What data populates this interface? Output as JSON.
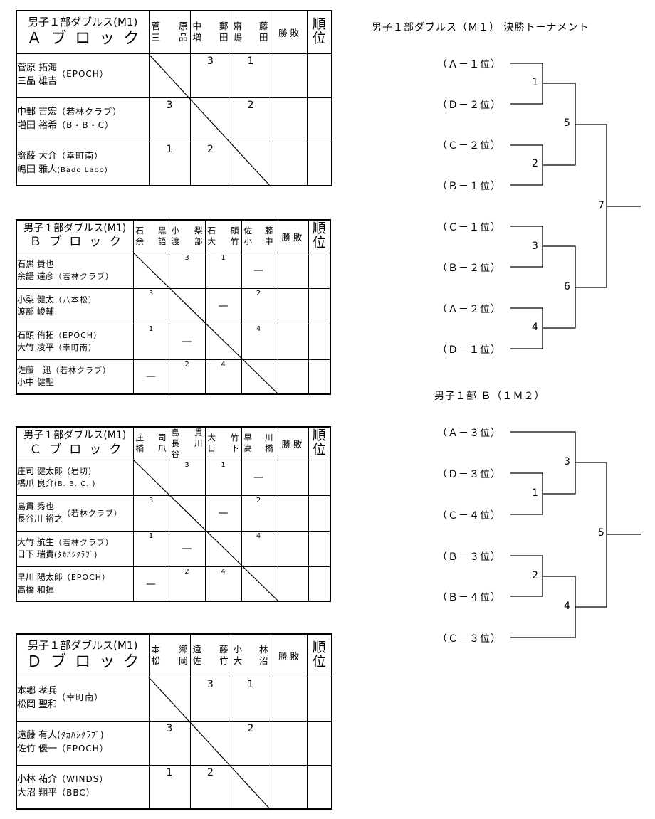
{
  "blocks": {
    "A": {
      "title1": "男子１部ダブルス(M1)",
      "title2": "Ａブロック",
      "cols": [
        [
          "菅",
          "原",
          "三",
          "品"
        ],
        [
          "中",
          "郵",
          "増",
          "田"
        ],
        [
          "齋",
          "藤",
          "嶋",
          "田"
        ]
      ],
      "shoubai": "勝 敗",
      "jun": [
        "順",
        "位"
      ],
      "players": [
        {
          "n1": "菅原 拓海",
          "n2": "三品 雄吉",
          "team": "（EPOCH）"
        },
        {
          "n1": "中郵 吉宏",
          "t1": "（若林クラブ）",
          "n2": "増田 裕希",
          "t2": "（B・B・C）"
        },
        {
          "n1": "齋藤 大介",
          "t1": "（幸町南）",
          "n2": "嶋田 雅人",
          "t2": "(Bado Labo)"
        }
      ],
      "nums": [
        [
          "",
          "3",
          "1"
        ],
        [
          "3",
          "",
          "2"
        ],
        [
          "1",
          "2",
          ""
        ]
      ]
    },
    "B": {
      "title1": "男子１部ダブルス(M1)",
      "title2": "Ｂブロック",
      "cols": [
        [
          "石",
          "黒",
          "余",
          "語"
        ],
        [
          "小",
          "梨",
          "渡",
          "部"
        ],
        [
          "石",
          "頭",
          "大",
          "竹"
        ],
        [
          "佐",
          "藤",
          "小",
          "中"
        ]
      ],
      "shoubai": "勝 敗",
      "jun": [
        "順",
        "位"
      ],
      "players": [
        {
          "n1": "石黒 貴也",
          "n2": "余語 達彦",
          "team": "（若林クラブ）"
        },
        {
          "n1": "小梨 健太",
          "n2": "渡部 峻輔",
          "team": "（八本松）"
        },
        {
          "n1": "石頭 侑拓",
          "t1": "（EPOCH）",
          "n2": "大竹 凌平",
          "t2": "（幸町南）"
        },
        {
          "n1": "佐藤　迅",
          "n2": "小中 健聖",
          "team": "（若林クラブ）"
        }
      ],
      "nums": [
        [
          "",
          "3",
          "1",
          "—"
        ],
        [
          "3",
          "",
          "—",
          "2"
        ],
        [
          "1",
          "—",
          "",
          "4"
        ],
        [
          "—",
          "2",
          "4",
          ""
        ]
      ]
    },
    "C": {
      "title1": "男子１部ダブルス(M1)",
      "title2": "Ｃブロック",
      "cols": [
        [
          "庄",
          "司",
          "橋",
          "爪"
        ],
        [
          "島",
          "貫",
          "長谷",
          "川"
        ],
        [
          "大",
          "竹",
          "日",
          "下"
        ],
        [
          "早",
          "川",
          "高",
          "橋"
        ]
      ],
      "shoubai": "勝 敗",
      "jun": [
        "順",
        "位"
      ],
      "players": [
        {
          "n1": "庄司 健太郎",
          "t1": "（岩切）",
          "n2": "橋爪 良介",
          "t2": "(B. B. C. )"
        },
        {
          "n1": "島貫 秀也",
          "n2": "長谷川 裕之",
          "team": "（若林クラブ）"
        },
        {
          "n1": "大竹 航生",
          "t1": "（若林クラブ）",
          "n2": "日下 瑞貴",
          "t2": "(ﾀｶﾊｼｸﾗﾌﾞ)"
        },
        {
          "n1": "早川 陽太郎",
          "n2": "高橋 和揮",
          "team": "（EPOCH）"
        }
      ],
      "nums": [
        [
          "",
          "3",
          "1",
          "—"
        ],
        [
          "3",
          "",
          "—",
          "2"
        ],
        [
          "1",
          "—",
          "",
          "4"
        ],
        [
          "—",
          "2",
          "4",
          ""
        ]
      ]
    },
    "D": {
      "title1": "男子１部ダブルス(M1)",
      "title2": "Ｄブロック",
      "cols": [
        [
          "本",
          "郷",
          "松",
          "岡"
        ],
        [
          "遠",
          "藤",
          "佐",
          "竹"
        ],
        [
          "小",
          "林",
          "大",
          "沼"
        ]
      ],
      "shoubai": "勝 敗",
      "jun": [
        "順",
        "位"
      ],
      "players": [
        {
          "n1": "本郷 孝兵",
          "n2": "松岡 聖和",
          "team": "（幸町南）"
        },
        {
          "n1": "遠藤 有人",
          "t1": "(ﾀｶﾊｼｸﾗﾌﾞ)",
          "n2": "佐竹 優一",
          "t2": "（EPOCH）"
        },
        {
          "n1": "小林 祐介",
          "t1": "（WINDS）",
          "n2": "大沼 翔平",
          "t2": "（BBC）"
        }
      ],
      "nums": [
        [
          "",
          "3",
          "1"
        ],
        [
          "3",
          "",
          "2"
        ],
        [
          "1",
          "2",
          ""
        ]
      ]
    }
  },
  "tournament1": {
    "title": "男子１部ダブルス（Ｍ１） 決勝トーナメント",
    "seeds": [
      "（Ａ－１位）",
      "（Ｄ－２位）",
      "（Ｃ－２位）",
      "（Ｂ－１位）",
      "（Ｃ－１位）",
      "（Ｂ－２位）",
      "（Ａ－２位）",
      "（Ｄ－１位）"
    ],
    "matches": [
      "1",
      "2",
      "3",
      "4",
      "5",
      "6",
      "7"
    ]
  },
  "tournament2": {
    "title": "男子１部 Ｂ（１Ｍ２）",
    "seeds": [
      "（Ａ－３位）",
      "（Ｄ－３位）",
      "（Ｃ－４位）",
      "（Ｂ－３位）",
      "（Ｂ－４位）",
      "（Ｃ－３位）"
    ],
    "matches": [
      "3",
      "1",
      "5",
      "2",
      "4"
    ]
  }
}
